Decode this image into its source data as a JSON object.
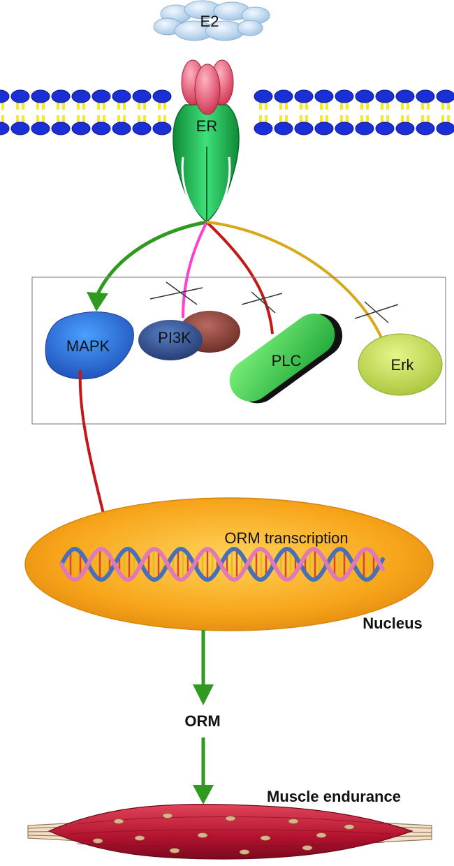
{
  "labels": {
    "ligand": "E2",
    "receptor": "ER",
    "mapk": "MAPK",
    "pi3k": "PI3K",
    "plc": "PLC",
    "erk": "Erk",
    "orm_transcription": "ORM transcription",
    "nucleus": "Nucleus",
    "orm": "ORM",
    "muscle_endurance": "Muscle endurance"
  },
  "colors": {
    "ligand_cloud": "#c9e1f2",
    "membrane_head": "#1a2fd6",
    "membrane_tail": "#f2ea2a",
    "receptor_cap": "#e0506a",
    "receptor_body": "#18b84c",
    "arrow_activate": "#2f9a1f",
    "line_pi3k": "#ff3fd0",
    "line_plc": "#c41818",
    "line_erk": "#d8a71a",
    "inhibit": "#c41818",
    "mapk": "#2f6fd6",
    "pi3k": "#2e4e8e",
    "pi3k_secondary": "#8a3a34",
    "plc": "#3ed45a",
    "erk": "#c7e05a",
    "nucleus": "#f7a51a",
    "dna_strand_a": "#e07ab5",
    "dna_strand_b": "#4a6fb8",
    "muscle": "#c21d3a"
  }
}
